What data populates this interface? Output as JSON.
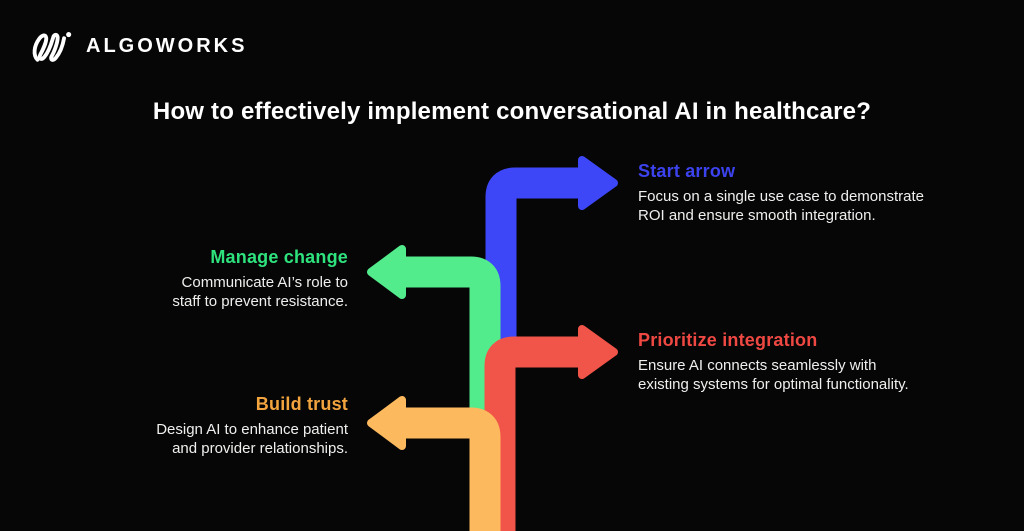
{
  "brand": {
    "name": "ALGOWORKS"
  },
  "title": "How to effectively implement conversational AI in healthcare?",
  "colors": {
    "background": "#060606",
    "title_text": "#ffffff",
    "body_text": "#efefed"
  },
  "items": [
    {
      "id": "start-arrow",
      "heading": "Start arrow",
      "body": "Focus on a single use case to demonstrate\nROI and ensure smooth integration.",
      "heading_color": "#3c43ee",
      "arrow_color": "#3e47f8",
      "direction": "right"
    },
    {
      "id": "manage-change",
      "heading": "Manage change",
      "body": "Communicate AI’s role to\nstaff to prevent resistance.",
      "heading_color": "#2ee27d",
      "arrow_color": "#52ec8d",
      "direction": "left"
    },
    {
      "id": "prioritize-integration",
      "heading": "Prioritize integration",
      "body": "Ensure AI connects seamlessly with\nexisting systems for optimal functionality.",
      "heading_color": "#ef4843",
      "arrow_color": "#f15448",
      "direction": "right"
    },
    {
      "id": "build-trust",
      "heading": "Build trust",
      "body": "Design AI to enhance patient\nand provider relationships.",
      "heading_color": "#f2a43e",
      "arrow_color": "#fdb95d",
      "direction": "left"
    }
  ]
}
